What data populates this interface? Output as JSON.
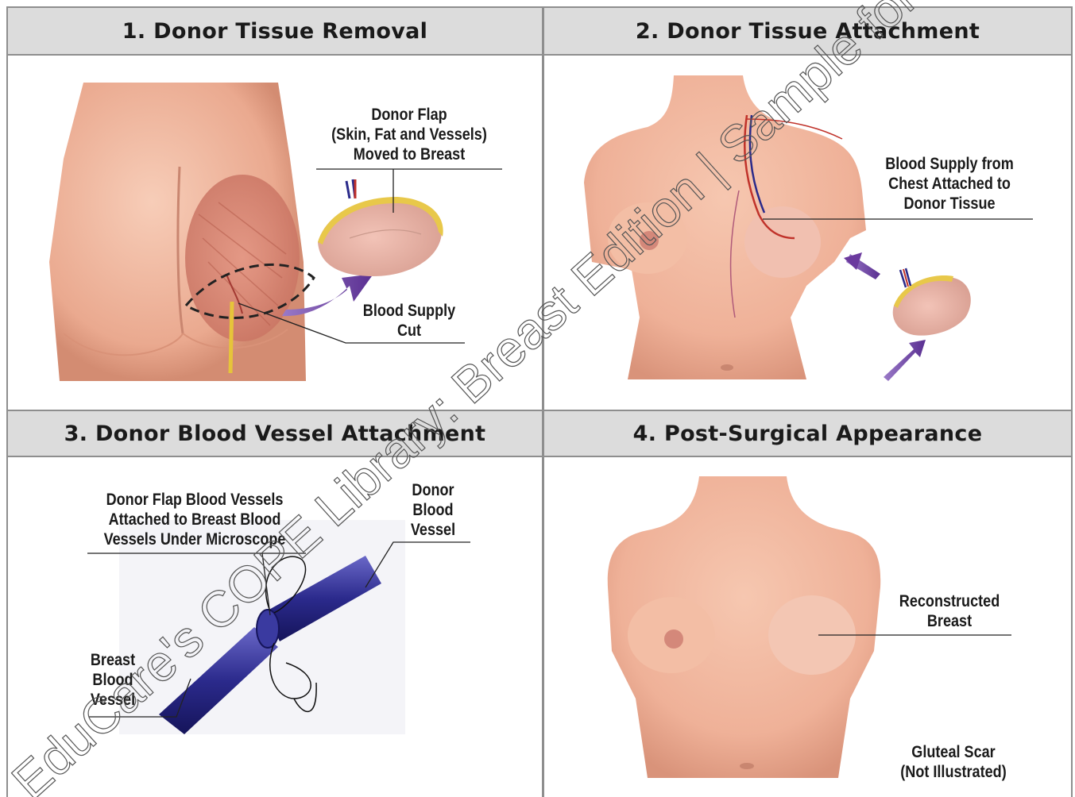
{
  "panels": {
    "p1": {
      "title": "1. Donor Tissue Removal",
      "flap_label": [
        "Donor Flap",
        "(Skin, Fat and Vessels)",
        "Moved to Breast"
      ],
      "cut_label": [
        "Blood Supply",
        "Cut"
      ]
    },
    "p2": {
      "title": "2. Donor Tissue Attachment",
      "supply_label": [
        "Blood Supply from",
        "Chest Attached to",
        "Donor Tissue"
      ]
    },
    "p3": {
      "title": "3. Donor Blood Vessel Attachment",
      "attached_label": [
        "Donor Flap Blood Vessels",
        "Attached to Breast Blood",
        "Vessels Under Microscope"
      ],
      "donor_vessel_label": [
        "Donor",
        "Blood",
        "Vessel"
      ],
      "breast_vessel_label": [
        "Breast",
        "Blood",
        "Vessel"
      ]
    },
    "p4": {
      "title": "4. Post-Surgical Appearance",
      "reconstructed_label": [
        "Reconstructed",
        "Breast"
      ],
      "scar_label": [
        "Gluteal Scar",
        "(Not Illustrated)"
      ]
    }
  },
  "watermark": "EduCare's COPE Library: Breast Edition | Sample for",
  "colors": {
    "skin": "#f0b49a",
    "skin_shadow": "#d98f73",
    "muscle": "#d88270",
    "fat": "#e8c84a",
    "vessel_blue": "#2a2a8a",
    "arrow_purple": "#6b3a9e",
    "header_bg": "#dcdcdc",
    "border": "#8e8e8e"
  }
}
